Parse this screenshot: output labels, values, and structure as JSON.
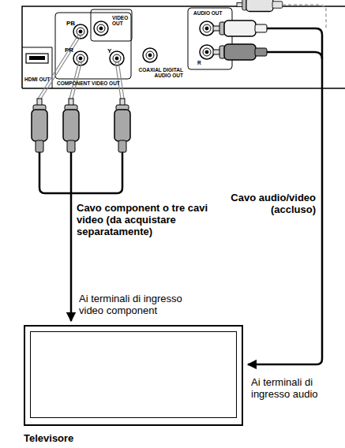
{
  "diagram": {
    "nodes": [
      {
        "text": [
          "Televisore"
        ]
      }
    ],
    "labels": [
      "PB",
      "VIDEO OUT",
      "PR",
      "Y",
      "HDMI OUT",
      "COMPONENT VIDEO OUT",
      "COAXIAL DIGITAL AUDIO OUT",
      "AUDIO OUT",
      "R",
      "Cavo audio/video (accluso)",
      "Cavo component o tre cavi video (da acquistare separatamente)",
      "Ai terminali di ingresso video component",
      "Ai terminali di ingresso audio"
    ]
  }
}
